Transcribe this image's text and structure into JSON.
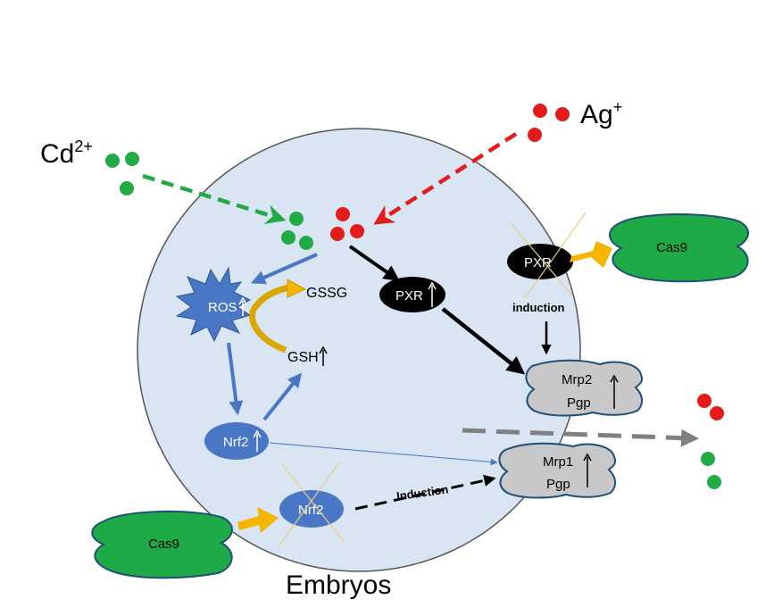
{
  "ions": {
    "cd": {
      "base": "Cd",
      "sup": "2+",
      "color": "#22aa44"
    },
    "ag": {
      "base": "Ag",
      "sup": "+",
      "color": "#e41b1b"
    }
  },
  "cell": {
    "label": "Embryos",
    "fill": "#d9e5f2",
    "stroke": "#555555"
  },
  "nodes": {
    "ros": "ROS",
    "gssg": "GSSG",
    "gsh": "GSH",
    "nrf2": "Nrf2",
    "nrf2_ko": "Nrf2",
    "pxr": "PXR",
    "pxr_ko": "PXR",
    "mrp2": "Mrp2",
    "mrp2_pgp": "Pgp",
    "mrp1": "Mrp1",
    "mrp1_pgp": "Pgp",
    "cas9_top": "Cas9",
    "cas9_bottom": "Cas9"
  },
  "edges": {
    "induction_top": "induction",
    "induction_bottom": "Induction"
  },
  "colors": {
    "blue_node": "#4a76c6",
    "black_node": "#000000",
    "transporter": "#c8c8c8",
    "cas9": "#1faa48",
    "cas9_stroke": "#1f4e79",
    "gold": "#f5b400",
    "cross": "#e8cf80",
    "arrow_blue": "#4a76c6",
    "arrow_gray": "#808080"
  }
}
